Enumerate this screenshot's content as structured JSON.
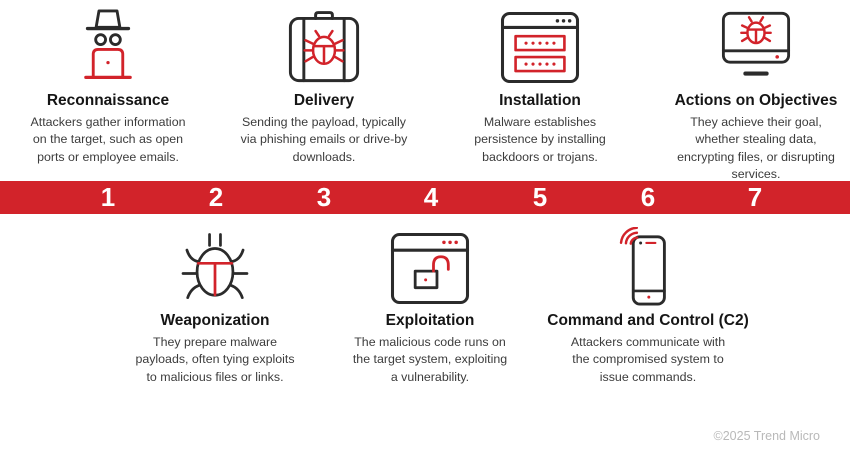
{
  "colors": {
    "accent_red": "#d2232a",
    "icon_black": "#2b2b2b",
    "title_black": "#151515",
    "body_gray": "#3c3c3c",
    "copyright_gray": "#b9b9b9",
    "number_white": "#ffffff",
    "background": "#ffffff"
  },
  "stages": [
    {
      "number": "1",
      "title": "Reconnaissance",
      "description": "Attackers gather information\non the target, such as open\nports or employee emails.",
      "icon": "spy-hat-laptop-icon",
      "row": "top"
    },
    {
      "number": "2",
      "title": "Weaponization",
      "description": "They prepare malware\npayloads, often tying exploits\nto malicious files or links.",
      "icon": "bug-icon",
      "row": "bottom"
    },
    {
      "number": "3",
      "title": "Delivery",
      "description": "Sending the payload, typically\nvia phishing emails or drive-by\ndownloads.",
      "icon": "briefcase-bug-icon",
      "row": "top"
    },
    {
      "number": "4",
      "title": "Exploitation",
      "description": "The malicious code runs on\nthe target system, exploiting\na vulnerability.",
      "icon": "window-unlocked-padlock-icon",
      "row": "bottom"
    },
    {
      "number": "5",
      "title": "Installation",
      "description": "Malware establishes\npersistence by installing\nbackdoors or trojans.",
      "icon": "window-password-fields-icon",
      "row": "top"
    },
    {
      "number": "6",
      "title": "Command and Control (C2)",
      "description": "Attackers communicate with\nthe compromised system to\nissue commands.",
      "icon": "phone-signal-icon",
      "row": "bottom"
    },
    {
      "number": "7",
      "title": "Actions on Objectives",
      "description": "They achieve their goal,\nwhether stealing data,\nencrypting files, or disrupting\nservices.",
      "icon": "monitor-bug-icon",
      "row": "top"
    }
  ],
  "footer": {
    "copyright": "©2025 Trend Micro"
  }
}
